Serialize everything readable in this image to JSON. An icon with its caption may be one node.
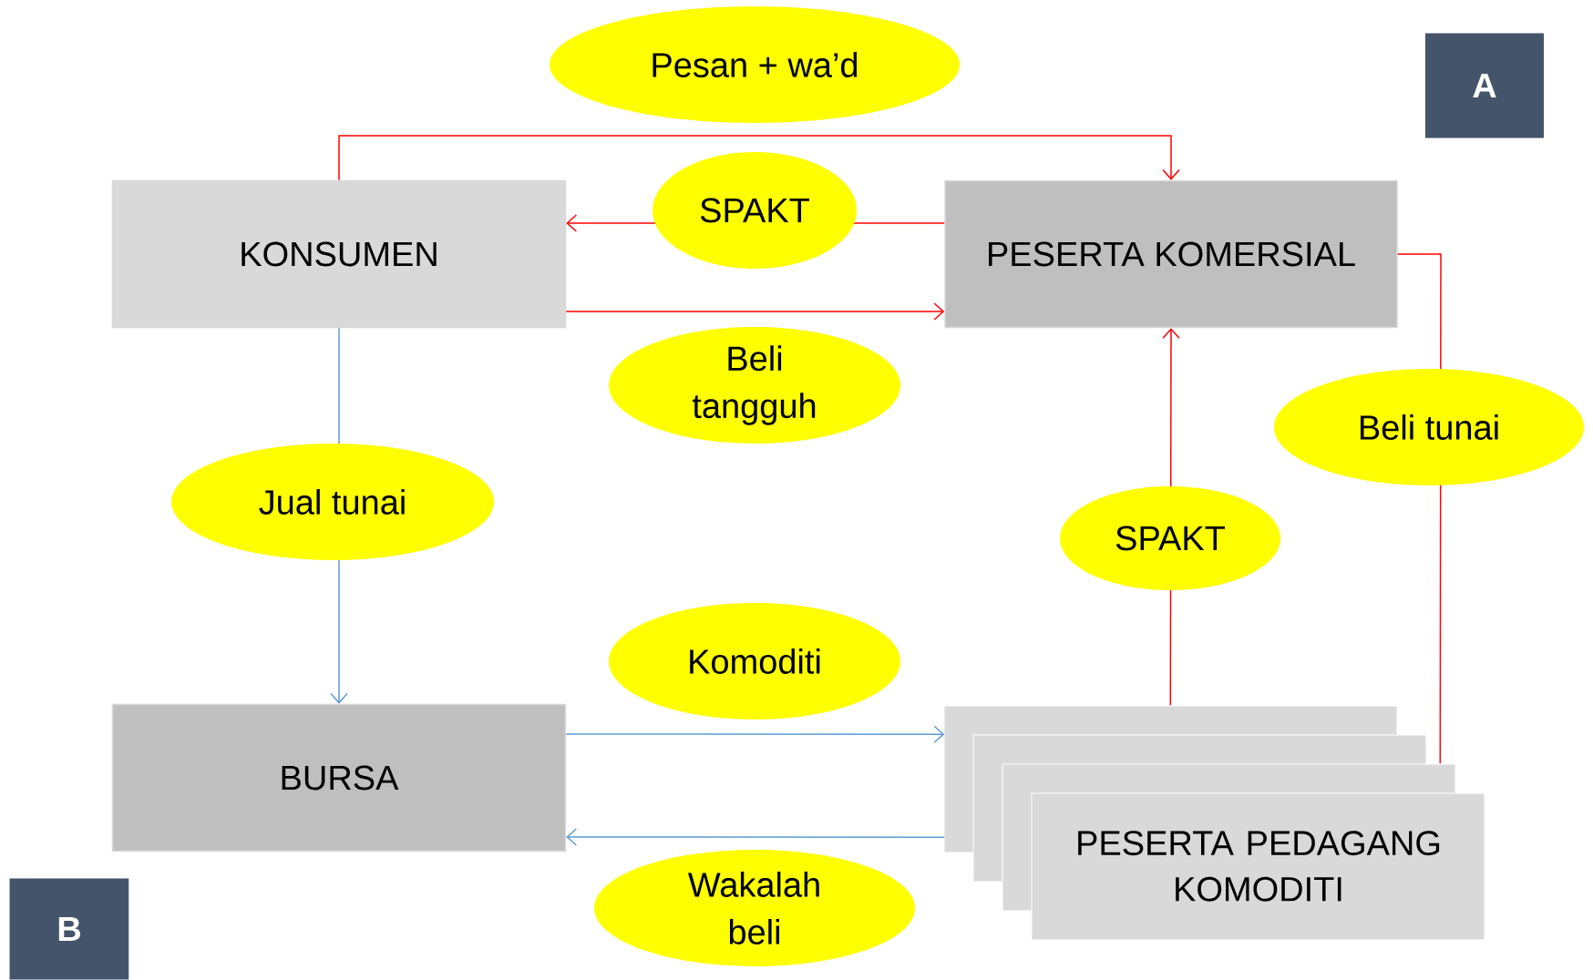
{
  "diagram": {
    "nodes": [
      {
        "text": [
          "A"
        ]
      },
      {
        "text": [
          "KONSUMEN"
        ]
      },
      {
        "text": [
          "PESERTA KOMERSIAL"
        ]
      },
      {
        "text": [
          "BURSA"
        ]
      },
      {
        "text": [
          "PESERTA PEDAGANG KOMODITI"
        ]
      },
      {
        "text": [
          "B"
        ]
      }
    ],
    "edges": [
      {
        "from": 1,
        "to": 2,
        "arrow": "to",
        "label": "Pesan + wa’d"
      },
      {
        "from": 2,
        "to": 1,
        "arrow": "to",
        "label": "SPAKT"
      },
      {
        "from": 1,
        "to": 2,
        "arrow": "to",
        "label": "Beli tangguh"
      },
      {
        "from": 1,
        "to": 3,
        "arrow": "to",
        "label": "Jual tunai",
        "color": "#5b9bd5"
      },
      {
        "from": 4,
        "to": 2,
        "arrow": "to",
        "label": "SPAKT"
      },
      {
        "from": 4,
        "to": 2,
        "arrow": "none",
        "label": "Beli tunai"
      },
      {
        "from": 3,
        "to": 4,
        "arrow": "to",
        "label": "Komoditi",
        "color": "#5b9bd5"
      },
      {
        "from": 4,
        "to": 3,
        "arrow": "to",
        "label": "Wakalah beli",
        "color": "#5b9bd5"
      }
    ]
  }
}
